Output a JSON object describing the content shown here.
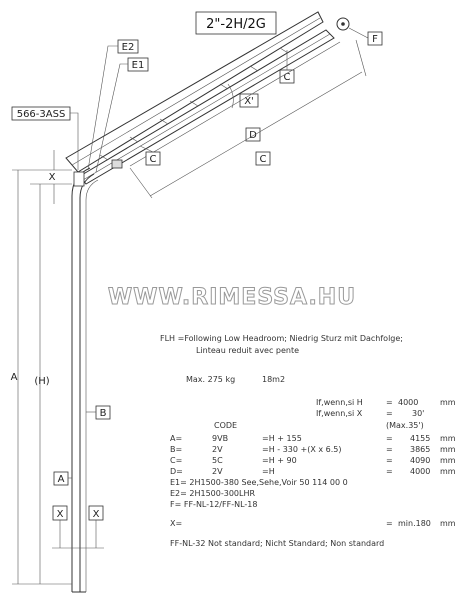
{
  "title": "2\"-2H/2G",
  "watermark": "WWW.RIMESSA.HU",
  "callouts": {
    "part_number": "566-3ASS",
    "e2": "E2",
    "e1": "E1",
    "f": "F",
    "c_upper": "C",
    "c_lower": "C",
    "x_prime": "X'",
    "d": "D",
    "c_long": "C",
    "x_top": "X",
    "a": "A",
    "h": "(H)",
    "b": "B",
    "a_box": "A",
    "x_left": "X",
    "x_right": "X"
  },
  "notes": {
    "flh_line1": "FLH =Following Low Headroom; Niedrig Sturz mit Dachfolge;",
    "flh_line2": "Linteau reduit avec pente",
    "max_weight": "Max. 275 kg",
    "max_area": "18m2",
    "cond_h_label": "If,wenn,si  H",
    "cond_h_eq": "=",
    "cond_h_val": "4000",
    "cond_h_unit": "mm",
    "cond_x_label": "If,wenn,si  X",
    "cond_x_eq": "=",
    "cond_x_val": "30'",
    "cond_x_max": "(Max.35')",
    "code_header": "CODE"
  },
  "formula_rows": [
    {
      "label": "A=",
      "code": "9VB",
      "formula": "=H  +  155",
      "eq": "=",
      "value": "4155",
      "unit": "mm"
    },
    {
      "label": "B=",
      "code": "2V",
      "formula": "=H  -  330  +(X x 6.5)",
      "eq": "=",
      "value": "3865",
      "unit": "mm"
    },
    {
      "label": "C=",
      "code": "5C",
      "formula": "=H  +  90",
      "eq": "=",
      "value": "4090",
      "unit": "mm"
    },
    {
      "label": "D=",
      "code": "2V",
      "formula": "=H",
      "eq": "=",
      "value": "4000",
      "unit": "mm"
    }
  ],
  "extra_lines": {
    "e1": "E1=     2H1500-380      See,Sehe,Voir  50  114  00  0",
    "e2": "E2=  2H1500-300LHR",
    "f": "F= FF-NL-12/FF-NL-18",
    "x_label": "X=",
    "x_eq": "=",
    "x_val": "min.180",
    "x_unit": "mm",
    "footer": "FF-NL-32  Not standard;  Nicht Standard;    Non standard"
  }
}
